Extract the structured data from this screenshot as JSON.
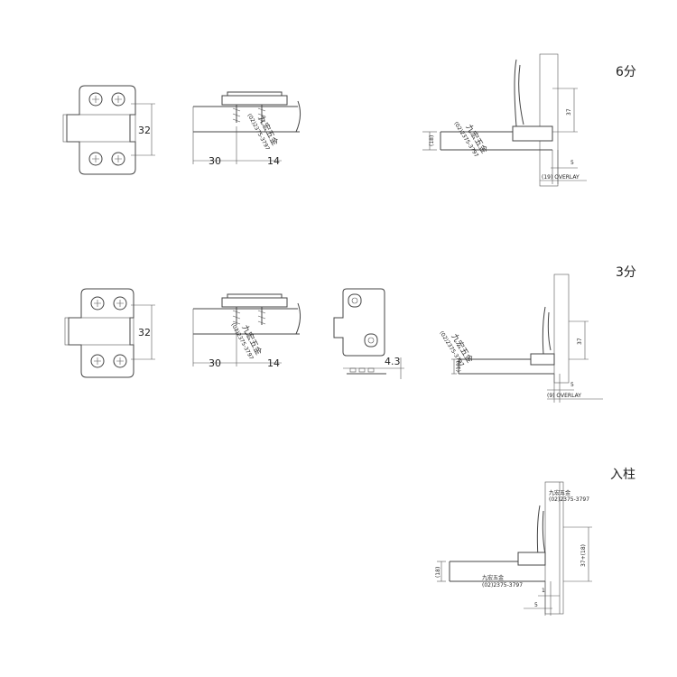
{
  "labels": {
    "row1_tag": "6分",
    "row2_tag": "3分",
    "row3_tag": "入柱"
  },
  "dims": {
    "height_32": "32",
    "dist_30": "30",
    "dist_14": "14",
    "thick_18": "(18)",
    "vert_37": "37",
    "gap_5": "5",
    "gap_1": "1",
    "overlay_19": "(19) OVERLAY",
    "overlay_9": "(9) OVERLAY",
    "plate_4_3": "4.3",
    "inset_37_18": "37+(18)"
  },
  "watermark": {
    "name": "九宏五金",
    "phone": "(02)2375-3797"
  }
}
